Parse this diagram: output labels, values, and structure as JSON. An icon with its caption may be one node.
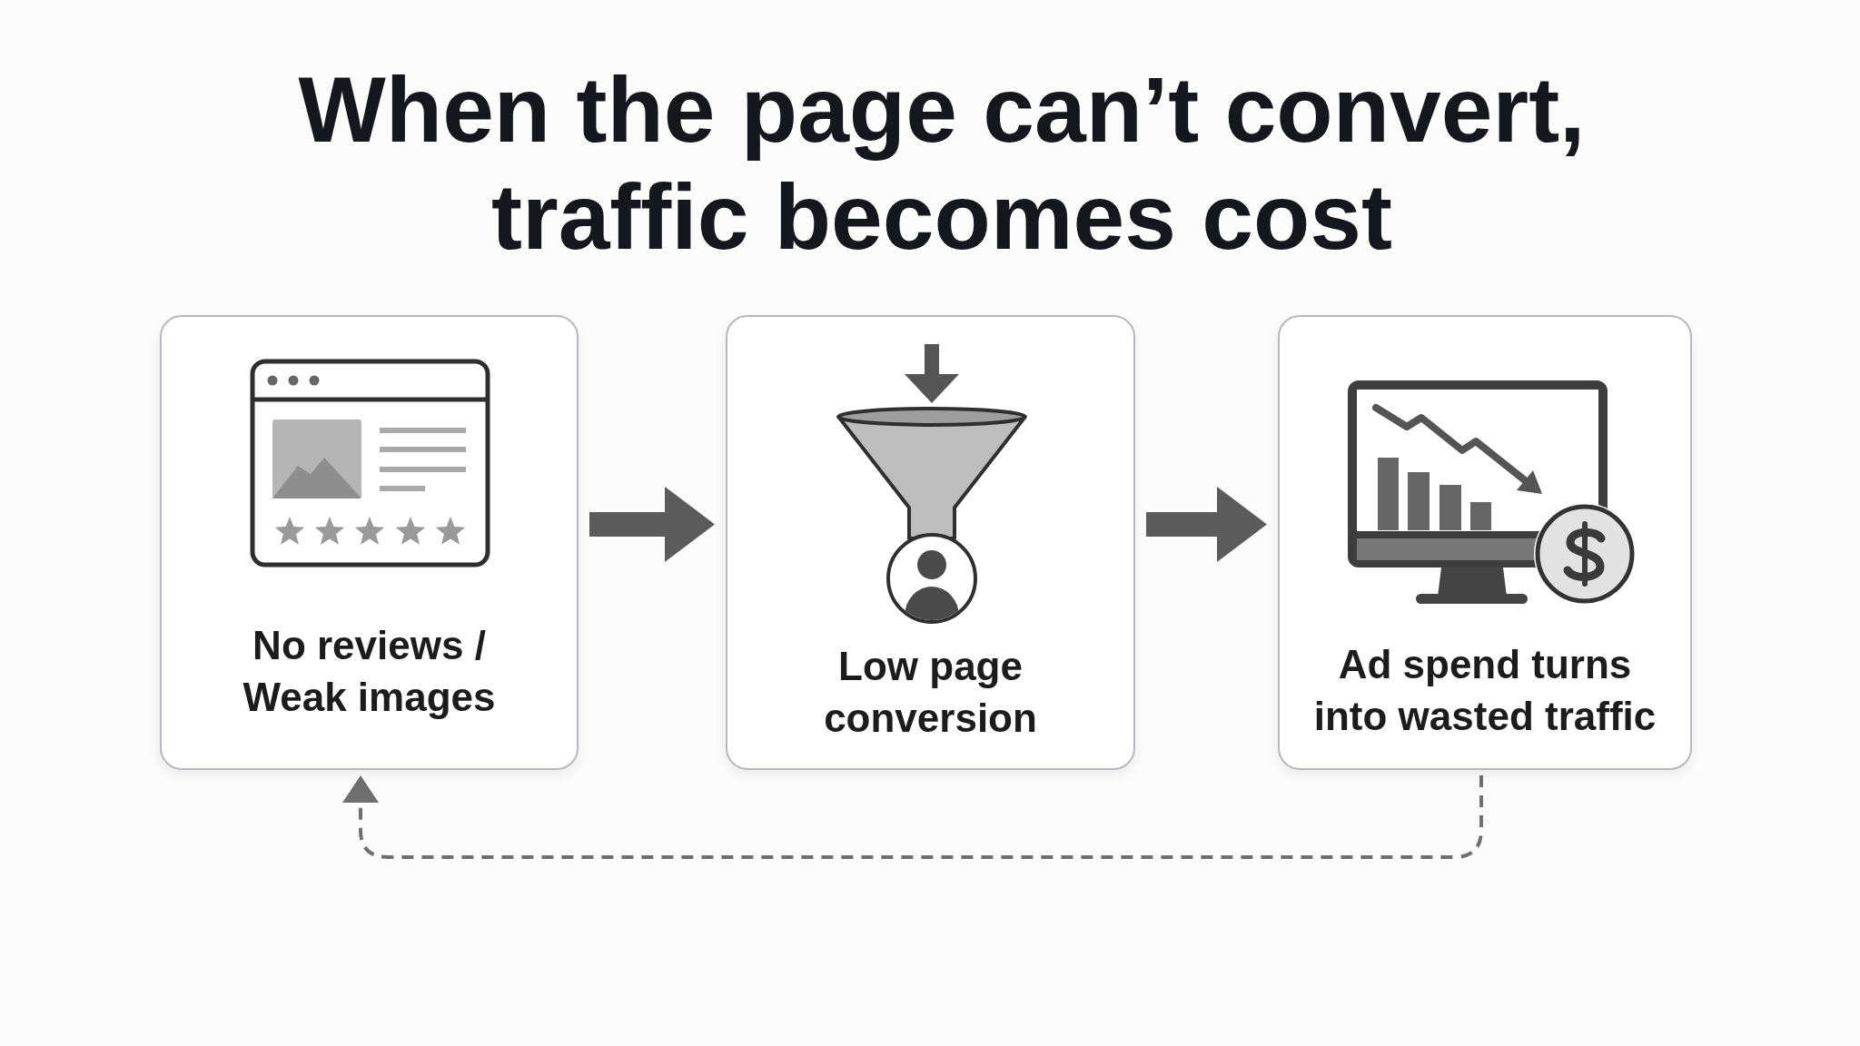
{
  "diagram": {
    "title": "When the page can’t convert, traffic becomes cost",
    "nodes": [
      {
        "text": [
          "No reviews / Weak images"
        ]
      },
      {
        "text": [
          "Low page conversion"
        ]
      },
      {
        "text": [
          "Ad spend turns into wasted traffic"
        ]
      }
    ],
    "edges": [
      {
        "from": 0,
        "to": 1,
        "arrow": "to"
      },
      {
        "from": 1,
        "to": 2,
        "arrow": "to"
      },
      {
        "from": 2,
        "to": 0,
        "arrow": "to",
        "style": "dashed"
      }
    ]
  }
}
